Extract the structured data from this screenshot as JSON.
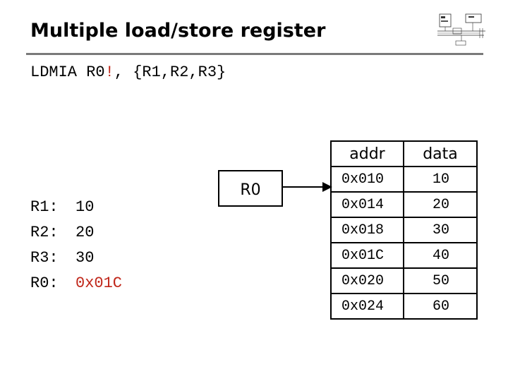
{
  "slide": {
    "title": "Multiple load/store register"
  },
  "instruction": {
    "part1": "LDMIA R0",
    "bang": "!",
    "part2": ", {R1,R2,R3}"
  },
  "registers": [
    {
      "name": "R1:",
      "value": "10",
      "highlight": false
    },
    {
      "name": "R2:",
      "value": "20",
      "highlight": false
    },
    {
      "name": "R3:",
      "value": "30",
      "highlight": false
    },
    {
      "name": "R0:",
      "value": "0x01C",
      "highlight": true
    }
  ],
  "pointer_box": {
    "label": "R0"
  },
  "memory": {
    "headers": {
      "addr": "addr",
      "data": "data"
    },
    "rows": [
      {
        "addr": "0x010",
        "data": "10"
      },
      {
        "addr": "0x014",
        "data": "20"
      },
      {
        "addr": "0x018",
        "data": "30"
      },
      {
        "addr": "0x01C",
        "data": "40"
      },
      {
        "addr": "0x020",
        "data": "50"
      },
      {
        "addr": "0x024",
        "data": "60"
      }
    ]
  },
  "colors": {
    "highlight": "#c0271a",
    "rule": "#7a7a7a"
  },
  "icons": {
    "logo": "cpu-architecture-diagram-icon"
  }
}
